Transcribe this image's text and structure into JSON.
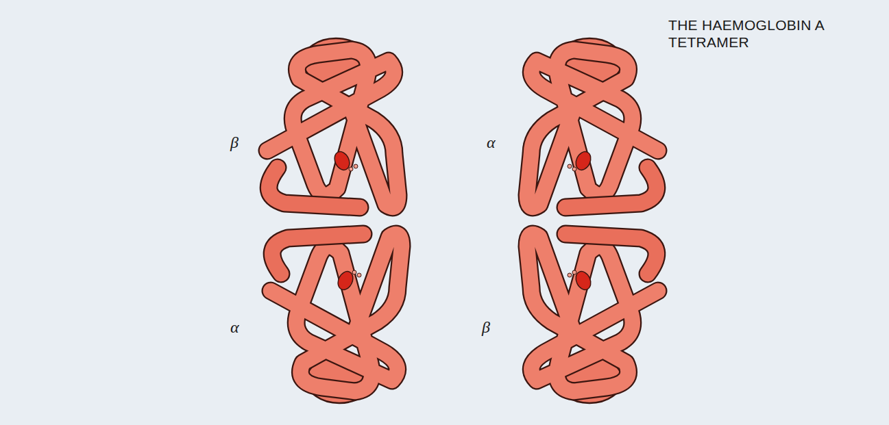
{
  "diagram": {
    "title": "THE HAEMOGLOBIN A TETRAMER",
    "labels": [
      "β",
      "α",
      "α",
      "β"
    ]
  }
}
